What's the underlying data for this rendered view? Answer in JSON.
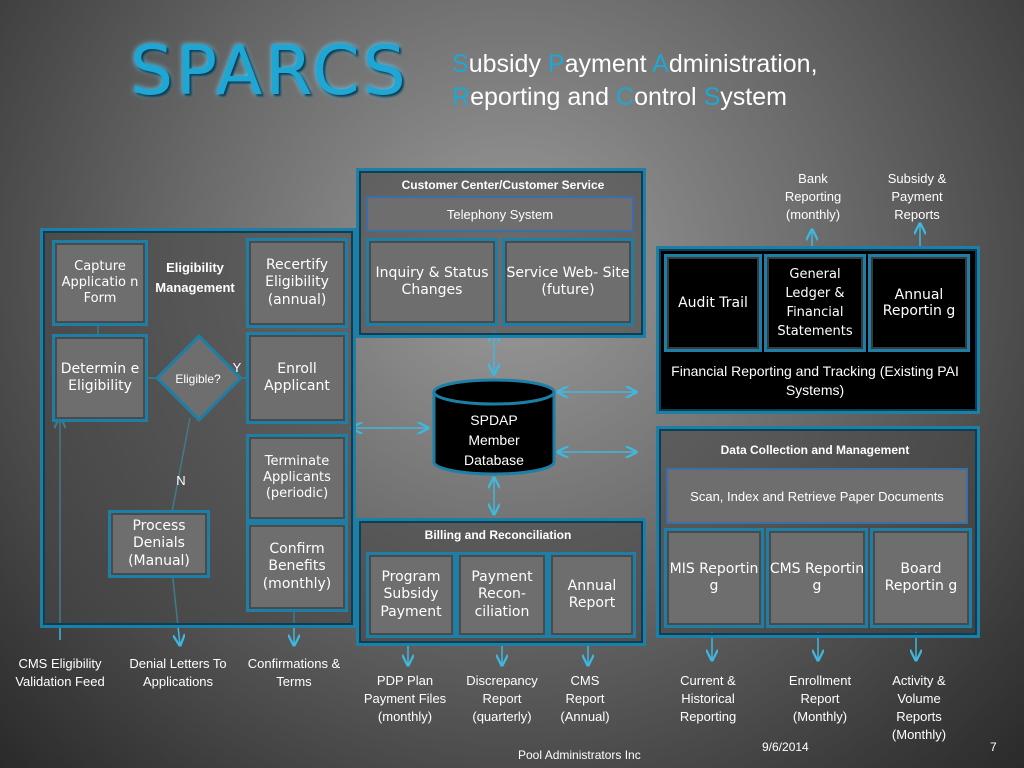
{
  "title": {
    "logo": "SPARCS",
    "line1": [
      {
        "t": "S",
        "acc": true
      },
      {
        "t": "ubsidy ",
        "acc": false
      },
      {
        "t": "P",
        "acc": true
      },
      {
        "t": "ayment ",
        "acc": false
      },
      {
        "t": "A",
        "acc": true
      },
      {
        "t": "dministration,",
        "acc": false
      }
    ],
    "line2": [
      {
        "t": "R",
        "acc": true
      },
      {
        "t": "eporting and ",
        "acc": false
      },
      {
        "t": "C",
        "acc": true
      },
      {
        "t": "ontrol ",
        "acc": false
      },
      {
        "t": "S",
        "acc": true
      },
      {
        "t": "ystem",
        "acc": false
      }
    ]
  },
  "eligibility": {
    "header": "Eligibility Management",
    "capture": "Capture Applicatio n Form",
    "determine": "Determin e Eligibility",
    "decision": "Eligible?",
    "yes": "Y",
    "no": "N",
    "recertify": "Recertify Eligibility (annual)",
    "enroll": "Enroll Applicant",
    "terminate": "Terminate Applicants (periodic)",
    "confirm": "Confirm Benefits (monthly)",
    "denials": "Process Denials (Manual)"
  },
  "customer": {
    "header": "Customer Center/Customer Service",
    "telephony": "Telephony System",
    "inquiry": "Inquiry & Status Changes",
    "website": "Service Web- Site (future)"
  },
  "database": {
    "label": "SPDAP Member Database"
  },
  "billing": {
    "header": "Billing and Reconciliation",
    "program": "Program Subsidy Payment",
    "payment": "Payment Recon- ciliation",
    "annual": "Annual Report"
  },
  "financial": {
    "audit": "Audit Trail",
    "ledger": "General Ledger & Financial Statements",
    "annual": "Annual Reportin g",
    "footer": "Financial Reporting and Tracking (Existing PAI Systems)"
  },
  "data_collection": {
    "header": "Data Collection and Management",
    "scan": "Scan, Index and Retrieve Paper Documents",
    "mis": "MIS Reportin g",
    "cms": "CMS Reportin g",
    "board": "Board Reportin g"
  },
  "top_outputs": {
    "bank": "Bank Reporting (monthly)",
    "subsidy": "Subsidy & Payment Reports"
  },
  "bottom_outputs": {
    "cms_feed": "CMS Eligibility Validation Feed",
    "denial_letters": "Denial Letters To Applications",
    "confirmations": "Confirmations & Terms",
    "pdp": "PDP Plan Payment Files (monthly)",
    "discrepancy": "Discrepancy Report (quarterly)",
    "cms_report": "CMS Report (Annual)",
    "current": "Current & Historical Reporting",
    "enrollment": "Enrollment Report (Monthly)",
    "activity": "Activity & Volume Reports (Monthly)"
  },
  "footer": {
    "company": "Pool Administrators Inc",
    "date": "9/6/2014",
    "page": "7"
  },
  "colors": {
    "accent": "#1ea7d4",
    "border": "#1d7fa6"
  }
}
